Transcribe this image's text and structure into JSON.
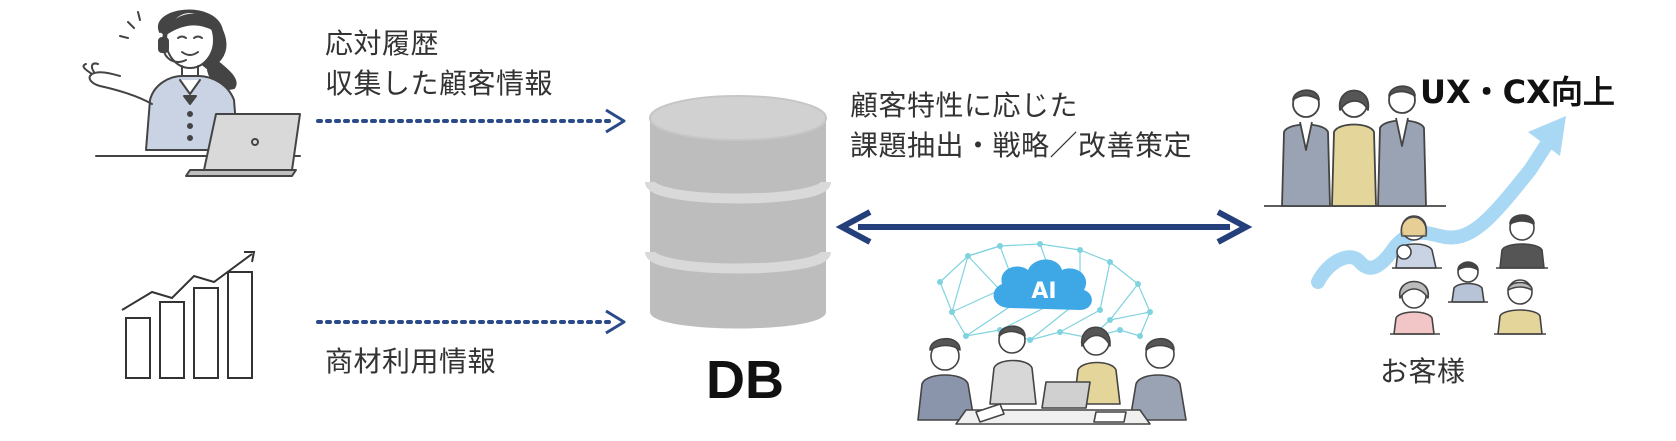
{
  "inputs": {
    "contact_history_line1": "応対履歴",
    "contact_history_line2": "収集した顧客情報",
    "product_usage": "商材利用情報"
  },
  "database": {
    "label": "DB"
  },
  "analysis": {
    "line1": "顧客特性に応じた",
    "line2": "課題抽出・戦略／改善策定"
  },
  "ai_badge": {
    "label": "AI"
  },
  "outcome": {
    "title": "UX・CX向上",
    "customers_label": "お客様"
  },
  "colors": {
    "arrow_navy": "#243f7a",
    "dotted_navy": "#2a4a8a",
    "db_gray": "#bdbdbd",
    "db_top": "#d6d6d6",
    "trend_blue": "#a9d8f5",
    "network_teal": "#7fd3de",
    "ai_cloud": "#3ea8e6",
    "outline": "#444444"
  },
  "icons": [
    "operator-with-headset-icon",
    "growth-bar-chart-icon",
    "database-cylinder-icon",
    "team-discussion-ai-icon",
    "staff-group-icon",
    "customers-group-icon",
    "upward-trend-arrow-icon"
  ]
}
